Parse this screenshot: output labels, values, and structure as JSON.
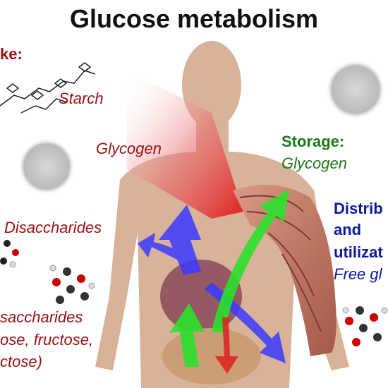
{
  "title": "Glucose metabolism",
  "intake": {
    "heading": "ke:",
    "starch": "Starch",
    "glycogen": "Glycogen",
    "disaccharides": "Disaccharides",
    "mono_line1": "saccharides",
    "mono_line2": "ose, fructose,",
    "mono_line3": "ctose)"
  },
  "storage": {
    "heading": "Storage:",
    "glycogen": "Glycogen"
  },
  "distribution": {
    "line1": "Distrib",
    "line2": "and",
    "line3": "utilizat",
    "line4": "Free gl"
  },
  "colors": {
    "intake": "#9b1010",
    "storage": "#1a7a1a",
    "distribution": "#0d1a9c",
    "skin": "#d9b29a",
    "muscle": "#b86a5a"
  },
  "icons": [
    "starch-molecule-icon",
    "glycogen-molecule-icon",
    "glucose-molecule-icon"
  ]
}
